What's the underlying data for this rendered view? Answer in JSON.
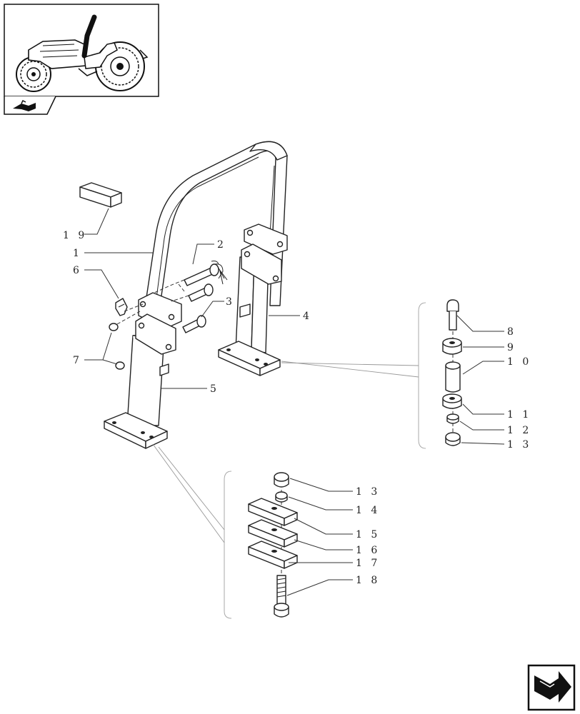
{
  "thumbnail": {
    "icon": "tractor-icon",
    "tab_icon": "book-arrow-icon"
  },
  "corner_icon": "next-page-arrow-icon",
  "callouts": [
    {
      "id": "c19",
      "text": "1 9"
    },
    {
      "id": "c1",
      "text": "1"
    },
    {
      "id": "c2",
      "text": "2"
    },
    {
      "id": "c6",
      "text": "6"
    },
    {
      "id": "c3",
      "text": "3"
    },
    {
      "id": "c4",
      "text": "4"
    },
    {
      "id": "c7",
      "text": "7"
    },
    {
      "id": "c5",
      "text": "5"
    },
    {
      "id": "c8",
      "text": "8"
    },
    {
      "id": "c9",
      "text": "9"
    },
    {
      "id": "c10",
      "text": "1 0"
    },
    {
      "id": "c11",
      "text": "1 1"
    },
    {
      "id": "c12",
      "text": "1 2"
    },
    {
      "id": "c13a",
      "text": "1 3"
    },
    {
      "id": "c13b",
      "text": "1 3"
    },
    {
      "id": "c14",
      "text": "1 4"
    },
    {
      "id": "c15",
      "text": "1 5"
    },
    {
      "id": "c16",
      "text": "1 6"
    },
    {
      "id": "c17",
      "text": "1 7"
    },
    {
      "id": "c18",
      "text": "1 8"
    }
  ]
}
